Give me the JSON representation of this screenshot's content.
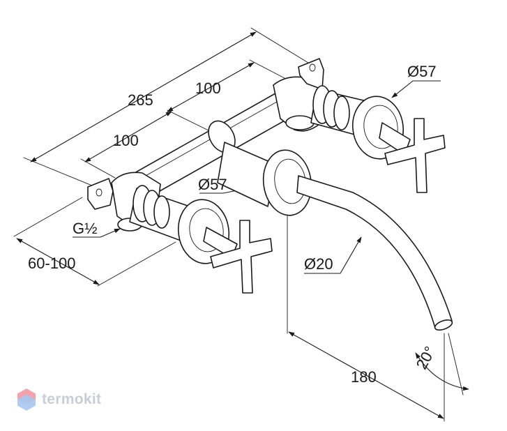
{
  "dimensions": {
    "overall_length": "265",
    "spacing_back": "100",
    "spacing_front": "100",
    "rosette_diameter_right": "Ø57",
    "rosette_diameter_middle": "Ø57",
    "thread": "G½",
    "wall_depth": "60-100",
    "spout_diameter": "Ø20",
    "spout_reach": "180",
    "spout_angle": "20°"
  },
  "brand": {
    "name": "termokit",
    "logo_colors": [
      "#f3a3ad",
      "#a9c6ef"
    ]
  }
}
